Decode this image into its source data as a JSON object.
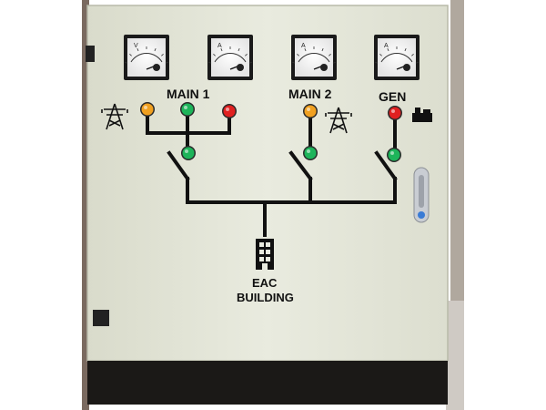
{
  "panel": {
    "body_color": "#e6e8da",
    "line_color": "#111111",
    "labels": {
      "main1": "MAIN 1",
      "main2": "MAIN 2",
      "gen": "GEN",
      "eac": "EAC",
      "building": "BUILDING"
    },
    "meters": [
      {
        "id": "main1-voltmeter",
        "unit": "V"
      },
      {
        "id": "main1-ammeter",
        "unit": "A"
      },
      {
        "id": "main2-ammeter",
        "unit": "A"
      },
      {
        "id": "gen-ammeter",
        "unit": "A"
      }
    ],
    "lamp_colors": {
      "amber": "#f0a020",
      "green": "#1db45a",
      "red": "#e02020"
    },
    "icons": [
      "transmission-tower-icon",
      "transmission-tower-icon",
      "generator-icon",
      "building-icon"
    ]
  }
}
